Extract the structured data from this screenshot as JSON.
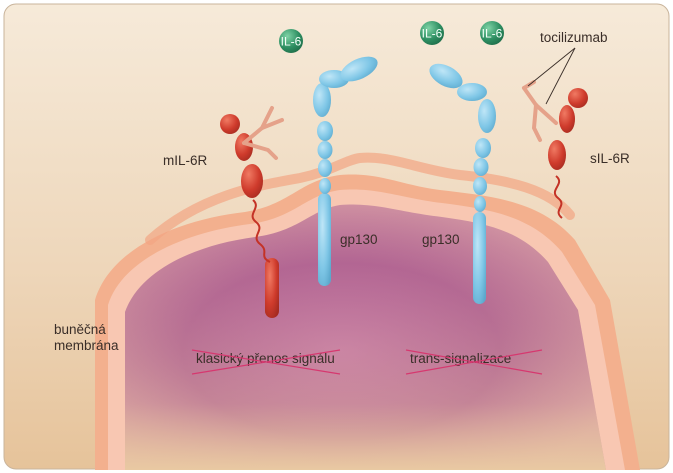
{
  "labels": {
    "il6_left": "IL-6",
    "il6_middle": "IL-6",
    "il6_right": "IL-6",
    "tocilizumab": "tocilizumab",
    "mil6r": "mIL-6R",
    "sil6r": "sIL-6R",
    "gp130_left": "gp130",
    "gp130_right": "gp130",
    "membrane_line1": "buněčná",
    "membrane_line2": "membrána",
    "classic": "klasický přenos signálu",
    "trans": "trans-signalizace"
  },
  "colors": {
    "background_top": "#f5e6d4",
    "background_bottom": "#e8c8a0",
    "membrane_outer": "#f2a583",
    "membrane_inner": "#f8c2b0",
    "cell_inside": "#b5709a",
    "gp130": "#7ec6e6",
    "receptor_red": "#cf3b2c",
    "antibody": "#e7a791",
    "il6": "#2e8f62",
    "strike": "#d6386f"
  }
}
